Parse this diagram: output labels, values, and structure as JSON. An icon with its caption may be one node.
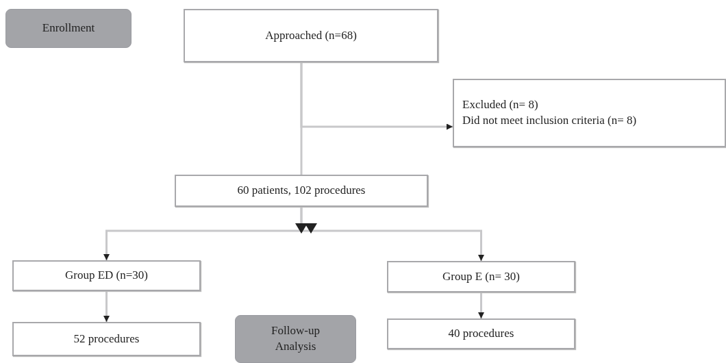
{
  "diagram": {
    "nodes": [
      {
        "text": [
          "Enrollment"
        ]
      },
      {
        "text": [
          "Approached (n=68)"
        ]
      },
      {
        "text": [
          "Excluded (n= 8)",
          "Did not meet inclusion criteria (n= 8)"
        ]
      },
      {
        "text": [
          "60 patients, 102 procedures"
        ]
      },
      {
        "text": [
          "Group ED (n=30)"
        ]
      },
      {
        "text": [
          "Group E (n= 30)"
        ]
      },
      {
        "text": [
          "52 procedures"
        ]
      },
      {
        "text": [
          "Follow-up Analysis"
        ]
      },
      {
        "text": [
          "40 procedures"
        ]
      }
    ],
    "edges": [
      {
        "from": 1,
        "to": 3,
        "arrow": "none"
      },
      {
        "from": 1,
        "to": 2,
        "arrow": "to"
      },
      {
        "from": 3,
        "to": 4,
        "arrow": "to"
      },
      {
        "from": 3,
        "to": 5,
        "arrow": "to"
      },
      {
        "from": 4,
        "to": 6,
        "arrow": "to"
      },
      {
        "from": 5,
        "to": 8,
        "arrow": "to"
      }
    ]
  }
}
